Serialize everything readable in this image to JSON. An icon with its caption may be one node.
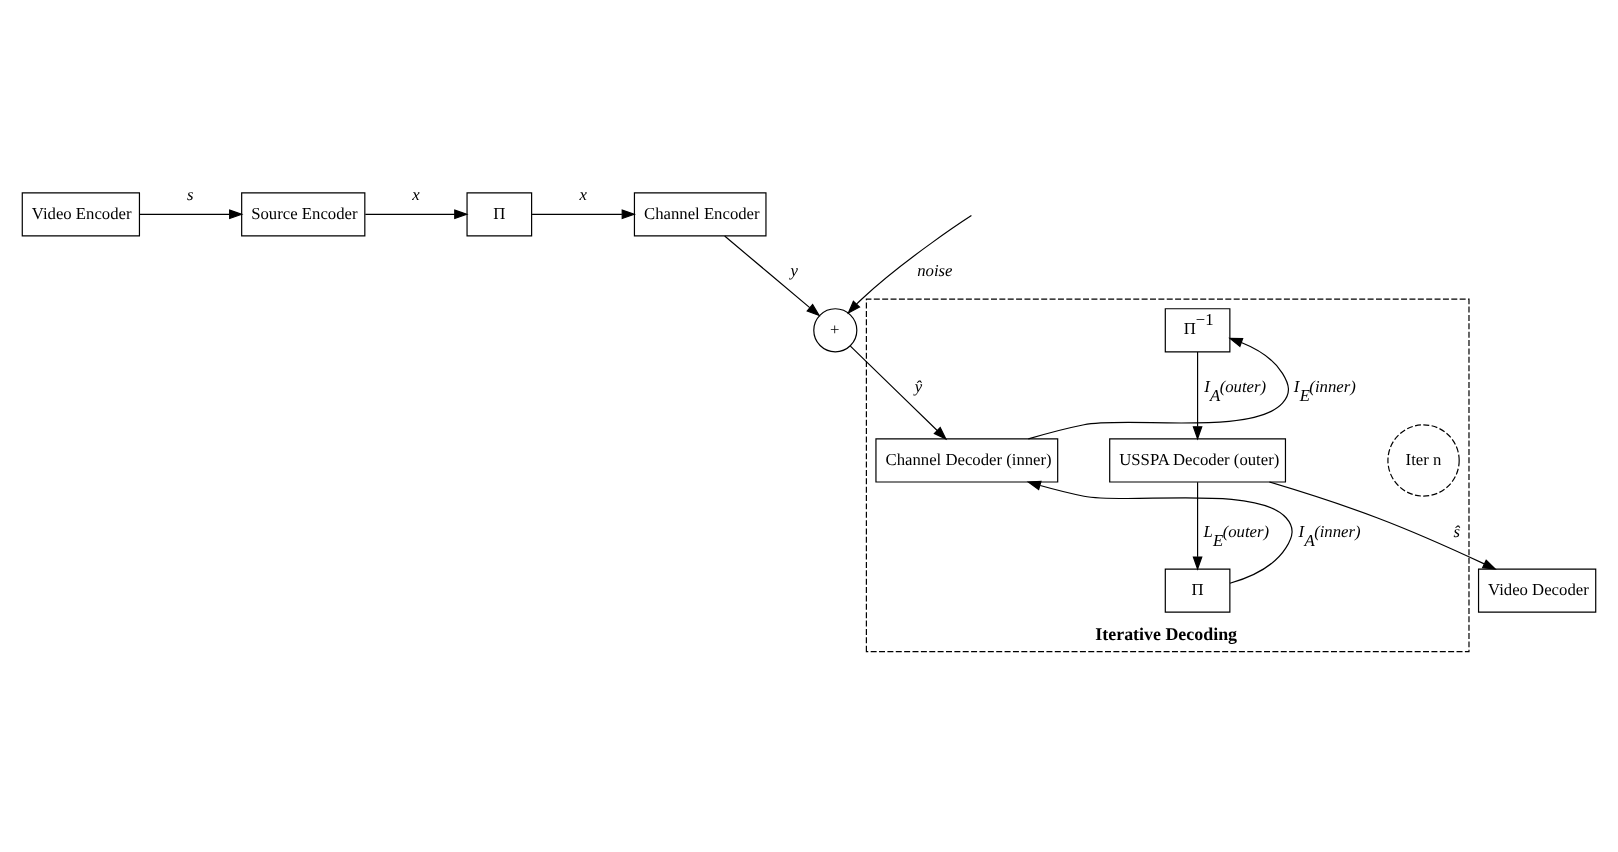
{
  "diagram": {
    "nodes": [
      {
        "text": [
          "Video Encoder"
        ]
      },
      {
        "text": [
          "Source Encoder"
        ]
      },
      {
        "text": [
          "Π"
        ]
      },
      {
        "text": [
          "Channel Encoder"
        ]
      },
      {
        "text": [
          "+"
        ]
      },
      {
        "text": [
          "Iterative Decoding"
        ]
      },
      {
        "text": [
          "Π$^{−1}$"
        ],
        "in": 5
      },
      {
        "text": [
          "USSPA Decoder (outer)"
        ],
        "in": 5
      },
      {
        "text": [
          "Iter n"
        ],
        "in": 5
      },
      {
        "text": [
          "Channel Decoder (inner)"
        ],
        "in": 5
      },
      {
        "text": [
          "Π"
        ],
        "in": 5
      },
      {
        "text": [
          "Video Decoder"
        ]
      }
    ],
    "edges": [
      {
        "from": 0,
        "to": 1,
        "arrow": "to",
        "label": "s"
      },
      {
        "from": 1,
        "to": 2,
        "arrow": "to",
        "label": "x"
      },
      {
        "from": 2,
        "to": 3,
        "arrow": "to",
        "label": "x"
      },
      {
        "from": 3,
        "to": 4,
        "arrow": "to",
        "label": "y"
      },
      {
        "from": null,
        "to": 4,
        "arrow": "to",
        "label": "noise"
      },
      {
        "from": 4,
        "to": 9,
        "arrow": "to",
        "label": "ŷ"
      },
      {
        "from": 9,
        "to": 6,
        "arrow": "to",
        "label": "I$_{E}$(inner)"
      },
      {
        "from": 6,
        "to": 7,
        "arrow": "to",
        "label": "I$_{A}$(outer)"
      },
      {
        "from": 7,
        "to": 10,
        "arrow": "to",
        "label": "L$_{E}$(outer)"
      },
      {
        "from": 10,
        "to": 9,
        "arrow": "to",
        "label": "I$_{A}$(inner)"
      },
      {
        "from": 7,
        "to": 11,
        "arrow": "to",
        "label": "ŝ"
      }
    ]
  }
}
